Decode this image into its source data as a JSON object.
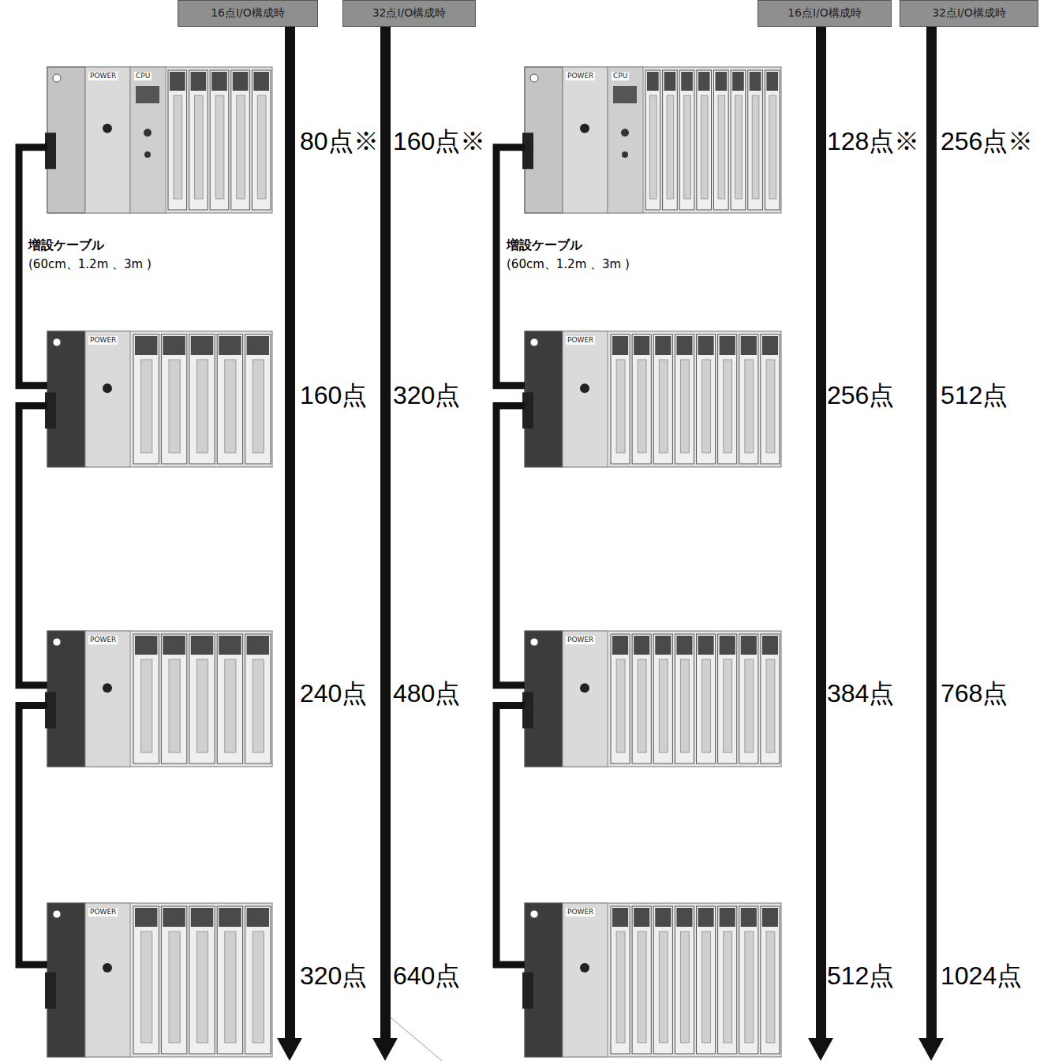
{
  "diagram": {
    "nodes": [
      {
        "text": [
          "16点I/O構成時"
        ]
      },
      {
        "text": [
          "32点I/O構成時"
        ]
      },
      {
        "text": [
          "16点I/O構成時"
        ]
      },
      {
        "text": [
          "32点I/O構成時"
        ]
      },
      {
        "text": [
          "POWER",
          "CPU"
        ]
      },
      {
        "text": [
          "POWER"
        ]
      },
      {
        "text": [
          "POWER"
        ]
      },
      {
        "text": [
          "POWER"
        ]
      },
      {
        "text": [
          "POWER",
          "CPU"
        ]
      },
      {
        "text": [
          "POWER"
        ]
      },
      {
        "text": [
          "POWER"
        ]
      },
      {
        "text": [
          "POWER"
        ]
      }
    ],
    "edges": [
      {
        "from": 4,
        "to": 5,
        "arrow": "none"
      },
      {
        "from": 5,
        "to": 6,
        "arrow": "none"
      },
      {
        "from": 6,
        "to": 7,
        "arrow": "none"
      },
      {
        "from": 8,
        "to": 9,
        "arrow": "none"
      },
      {
        "from": 9,
        "to": 10,
        "arrow": "none"
      },
      {
        "from": 10,
        "to": 11,
        "arrow": "none"
      }
    ],
    "labels": [
      "80点※",
      "160点※",
      "160点",
      "320点",
      "240点",
      "480点",
      "320点",
      "640点",
      "128点※",
      "256点※",
      "256点",
      "512点",
      "384点",
      "768点",
      "512点",
      "1024点",
      "増設ケーブル",
      "(60cm、1.2m 、3m )",
      "増設ケーブル",
      "(60cm、1.2m 、3m )"
    ]
  }
}
